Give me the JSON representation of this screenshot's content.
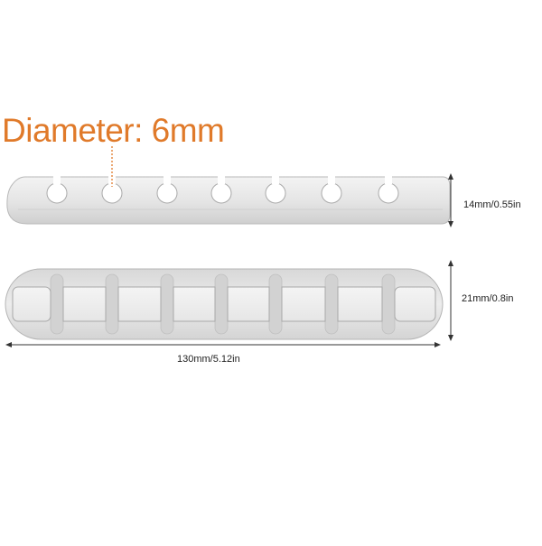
{
  "callout": {
    "diameter_label": "Diameter: 6mm"
  },
  "dimensions": {
    "height": "14mm/0.55in",
    "depth": "21mm/0.8in",
    "length": "130mm/5.12in"
  },
  "colors": {
    "accent": "#e07a2a",
    "body": "#e2e2e2",
    "shade": "#c9c9c9",
    "outline": "#b5b5b5",
    "dimension_line": "#333333"
  },
  "product": {
    "slot_count": 7
  }
}
